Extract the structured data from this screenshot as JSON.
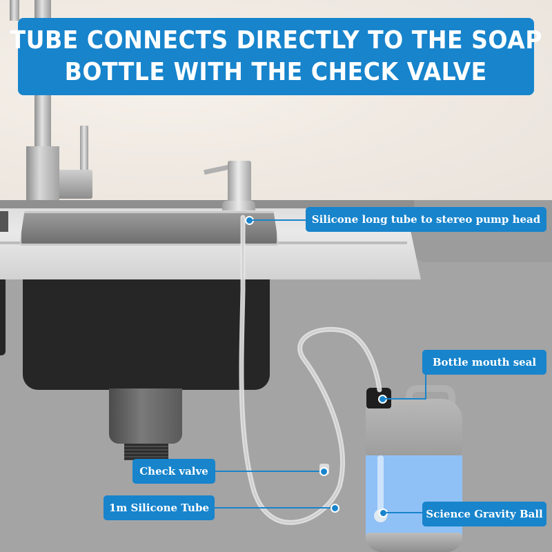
{
  "banner": {
    "line1": "TUBE CONNECTS DIRECTLY TO THE SOAP",
    "line2": "BOTTLE WITH THE CHECK VALVE"
  },
  "callouts": [
    {
      "id": "pump-head",
      "label": "Silicone long tube to stereo pump head"
    },
    {
      "id": "bottle-seal",
      "label": "Bottle mouth seal"
    },
    {
      "id": "check-valve",
      "label": "Check valve"
    },
    {
      "id": "silicone-tube",
      "label": "1m Silicone Tube"
    },
    {
      "id": "gravity-ball",
      "label": "Science Gravity Ball"
    }
  ],
  "colors": {
    "accent": "#1784cc",
    "liquid": "#8fc1f7",
    "background": "#a4a4a4"
  }
}
